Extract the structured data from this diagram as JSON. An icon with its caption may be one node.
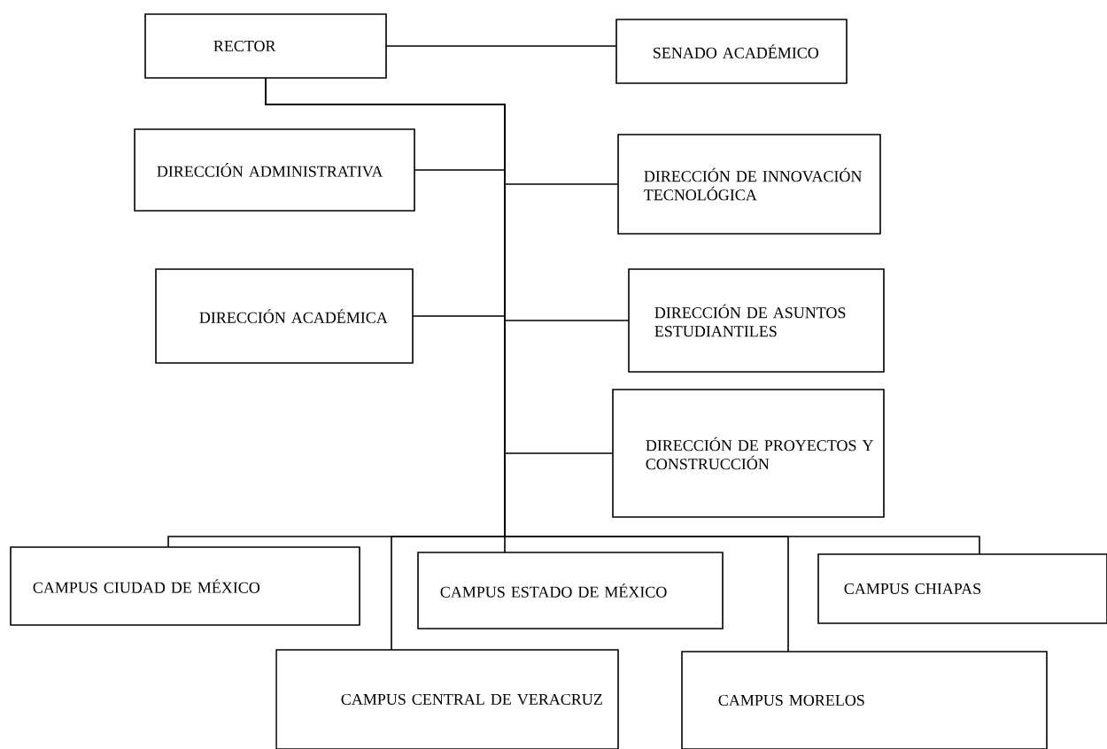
{
  "diagram": {
    "nodes": [
      {
        "text": [
          "RECTOR"
        ]
      },
      {
        "text": [
          "SENADO ACADÉMICO"
        ]
      },
      {
        "text": [
          "DIRECCIÓN ADMINISTRATIVA"
        ]
      },
      {
        "text": [
          "DIRECCIÓN DE INNOVACIÓN TECNOLÓGICA"
        ]
      },
      {
        "text": [
          "DIRECCIÓN ACADÉMICA"
        ]
      },
      {
        "text": [
          "DIRECCIÓN DE ASUNTOS ESTUDIANTILES"
        ]
      },
      {
        "text": [
          "DIRECCIÓN DE PROYECTOS Y CONSTRUCCIÓN"
        ]
      },
      {
        "text": [
          "CAMPUS CIUDAD DE MÉXICO"
        ]
      },
      {
        "text": [
          "CAMPUS ESTADO DE MÉXICO"
        ]
      },
      {
        "text": [
          "CAMPUS CHIAPAS"
        ]
      },
      {
        "text": [
          "CAMPUS CENTRAL DE VERACRUZ"
        ]
      },
      {
        "text": [
          "CAMPUS MORELOS"
        ]
      }
    ],
    "edges": [
      {
        "from": 0,
        "to": 1,
        "arrow": "none"
      },
      {
        "from": 0,
        "to": 2,
        "arrow": "none"
      },
      {
        "from": 0,
        "to": 3,
        "arrow": "none"
      },
      {
        "from": 0,
        "to": 4,
        "arrow": "none"
      },
      {
        "from": 0,
        "to": 5,
        "arrow": "none"
      },
      {
        "from": 0,
        "to": 6,
        "arrow": "none"
      },
      {
        "from": 0,
        "to": 7,
        "arrow": "none"
      },
      {
        "from": 0,
        "to": 8,
        "arrow": "none"
      },
      {
        "from": 0,
        "to": 9,
        "arrow": "none"
      },
      {
        "from": 0,
        "to": 10,
        "arrow": "none"
      },
      {
        "from": 0,
        "to": 11,
        "arrow": "none"
      }
    ]
  }
}
